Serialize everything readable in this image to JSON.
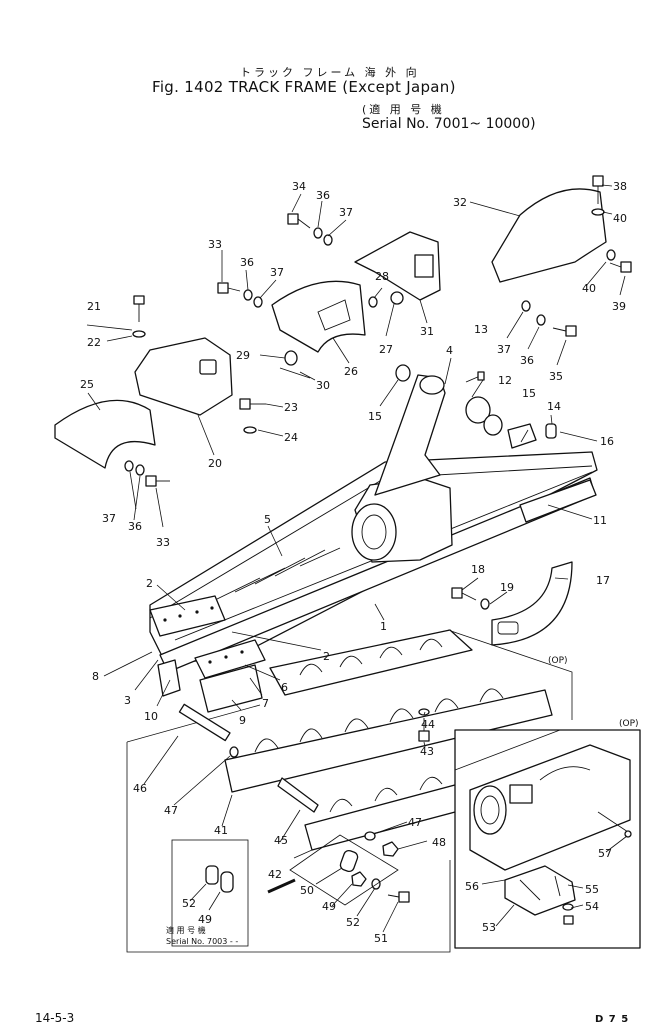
{
  "header": {
    "jp_title": "トラック フレーム  海 外 向",
    "title": "Fig. 1402  TRACK FRAME (Except Japan)",
    "jp_serial": "(適 用 号 機",
    "serial": "Serial No. 7001~ 10000)"
  },
  "callouts": [
    "1",
    "2",
    "3",
    "4",
    "5",
    "6",
    "7",
    "8",
    "9",
    "10",
    "11",
    "12",
    "13",
    "14",
    "15",
    "16",
    "17",
    "18",
    "19",
    "20",
    "21",
    "22",
    "23",
    "24",
    "25",
    "26",
    "27",
    "28",
    "29",
    "30",
    "31",
    "32",
    "33",
    "34",
    "35",
    "36",
    "37",
    "38",
    "39",
    "40",
    "41",
    "42",
    "43",
    "44",
    "45",
    "46",
    "47",
    "48",
    "49",
    "50",
    "51",
    "52",
    "53",
    "54",
    "55",
    "56",
    "57"
  ],
  "option_tags": [
    "(OP)",
    "(OP)"
  ],
  "inset_note": {
    "jp": "適 用 号 機",
    "serial": "Serial No. 7003 - -"
  },
  "footer": {
    "page": "14-5-3",
    "model": "D 7 5"
  }
}
